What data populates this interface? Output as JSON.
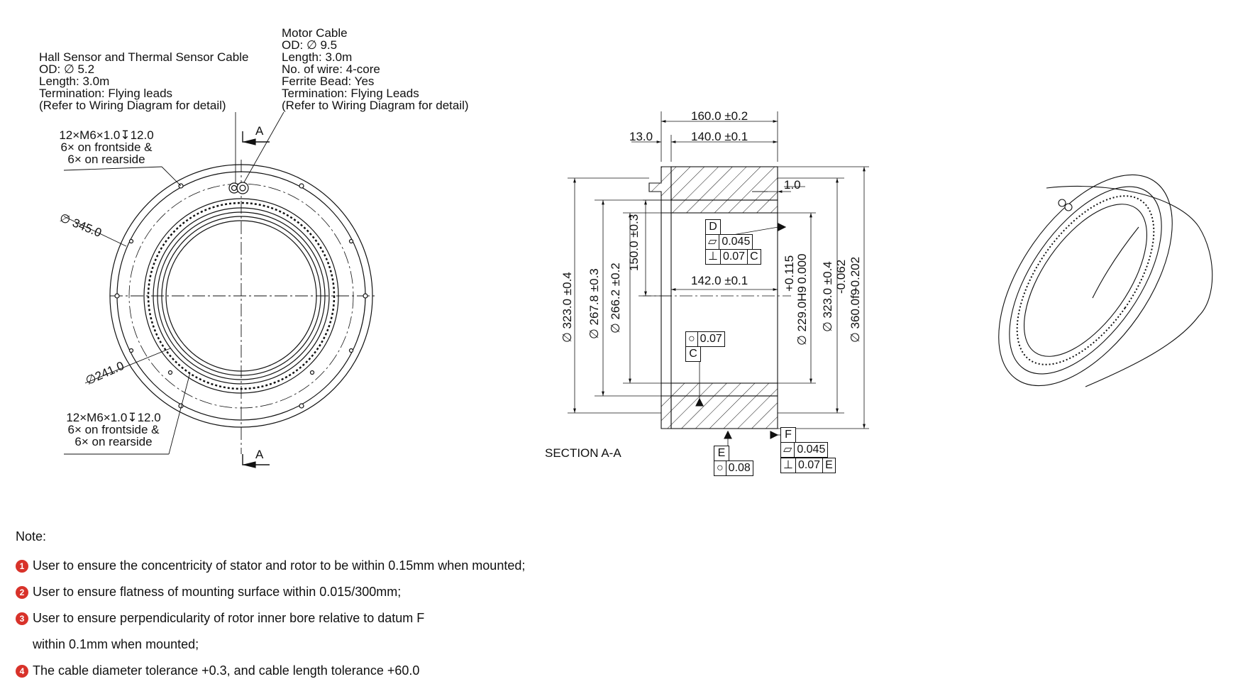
{
  "callouts": {
    "hall_cable": [
      "Hall Sensor and Thermal Sensor Cable",
      "OD: ∅ 5.2",
      "Length: 3.0m",
      "Termination: Flying leads",
      "(Refer to Wiring Diagram for detail)"
    ],
    "motor_cable": [
      "Motor Cable",
      "OD: ∅ 9.5",
      "Length: 3.0m",
      "No. of wire: 4-core",
      "Ferrite Bead: Yes",
      "Termination: Flying Leads",
      "(Refer to Wiring Diagram for detail)"
    ],
    "holes_top": [
      "12×M6×1.0↧12.0",
      "6× on frontside &",
      "6× on rearside"
    ],
    "holes_bottom": [
      "12×M6×1.0↧12.0",
      "6× on frontside &",
      "6× on rearside"
    ],
    "dia_345": "∅ 345.0",
    "dia_241": "∅241.0",
    "section_mark": "A"
  },
  "section": {
    "title": "SECTION A-A",
    "dim_160": "160.0 ±0.2",
    "dim_13": "13.0",
    "dim_140_top": "140.0 ±0.1",
    "dim_1": "1.0",
    "dim_150": "150.0 ±0.3",
    "dim_142": "142.0 ±0.1",
    "dim_323_left": "∅ 323.0 ±0.4",
    "dim_267": "∅ 267.8 ±0.3",
    "dim_266": "∅ 266.2 ±0.2",
    "dim_229": "∅ 229.0H9",
    "dim_229_tol_upper": "+0.115",
    "dim_229_tol_lower": "0.000",
    "dim_323_right": "∅ 323.0 ±0.4",
    "dim_360": "∅ 360.0f9",
    "dim_360_tol_upper": "-0.062",
    "dim_360_tol_lower": "-0.202",
    "datum_D": "D",
    "datum_C": "C",
    "datum_E": "E",
    "datum_F": "F",
    "fcf_D_flat_sym": "▱",
    "fcf_D_flat_val": "0.045",
    "fcf_D_perp_sym": "⊥",
    "fcf_D_perp_val": "0.07",
    "fcf_D_perp_ref": "C",
    "fcf_C_circ_sym": "○",
    "fcf_C_circ_val": "0.07",
    "fcf_E_circ_sym": "○",
    "fcf_E_circ_val": "0.08",
    "fcf_F_flat_sym": "▱",
    "fcf_F_flat_val": "0.045",
    "fcf_F_perp_sym": "⊥",
    "fcf_F_perp_val": "0.07",
    "fcf_F_perp_ref": "E"
  },
  "notes": {
    "title": "Note:",
    "items": [
      {
        "num": "1",
        "text": "User to ensure the concentricity of stator and rotor to be within 0.15mm when mounted;"
      },
      {
        "num": "2",
        "text": "User to ensure flatness of mounting surface within 0.015/300mm;"
      },
      {
        "num": "3",
        "text": "User to ensure perpendicularity of rotor inner bore relative to datum F"
      },
      {
        "num": "",
        "text": "within 0.1mm when mounted;"
      },
      {
        "num": "4",
        "text": "The cable diameter tolerance +0.3, and cable length tolerance +60.0"
      }
    ]
  },
  "colors": {
    "line": "#111111",
    "note_badge": "#d8322a"
  }
}
